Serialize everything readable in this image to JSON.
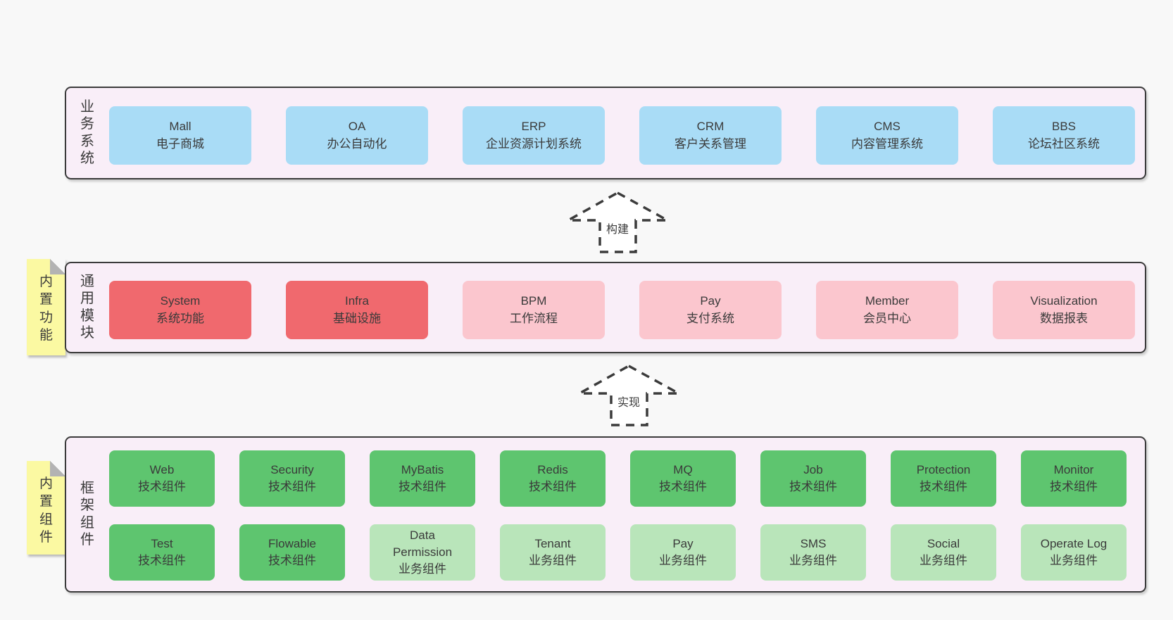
{
  "palette": {
    "blue": "#a9dcf6",
    "red": "#f0696e",
    "pink": "#fbc6ce",
    "green": "#5ec56f",
    "light_green": "#b9e5ba",
    "panel_bg": "#f9eef8",
    "panel_border": "#3b3b3b",
    "note_bg": "#fbf9a2",
    "note_fold": "#b3b3b3",
    "page_bg": "#f8f8f8",
    "text": "#3a3a3a"
  },
  "arrows": [
    {
      "label": "构建"
    },
    {
      "label": "实现"
    }
  ],
  "notes": [
    {
      "label": "内置功能"
    },
    {
      "label": "内置组件"
    }
  ],
  "panels": {
    "business": {
      "label": "业务系统",
      "boxes": [
        {
          "name": "Mall",
          "sub": "电子商城",
          "type": "blue"
        },
        {
          "name": "OA",
          "sub": "办公自动化",
          "type": "blue"
        },
        {
          "name": "ERP",
          "sub": "企业资源计划系统",
          "type": "blue"
        },
        {
          "name": "CRM",
          "sub": "客户关系管理",
          "type": "blue"
        },
        {
          "name": "CMS",
          "sub": "内容管理系统",
          "type": "blue"
        },
        {
          "name": "BBS",
          "sub": "论坛社区系统",
          "type": "blue"
        }
      ]
    },
    "modules": {
      "label": "通用模块",
      "boxes": [
        {
          "name": "System",
          "sub": "系统功能",
          "type": "red"
        },
        {
          "name": "Infra",
          "sub": "基础设施",
          "type": "red"
        },
        {
          "name": "BPM",
          "sub": "工作流程",
          "type": "pink"
        },
        {
          "name": "Pay",
          "sub": "支付系统",
          "type": "pink"
        },
        {
          "name": "Member",
          "sub": "会员中心",
          "type": "pink"
        },
        {
          "name": "Visualization",
          "sub": "数据报表",
          "type": "pink"
        }
      ]
    },
    "framework": {
      "label": "框架组件",
      "rows": [
        [
          {
            "name": "Web",
            "sub": "技术组件",
            "type": "green"
          },
          {
            "name": "Security",
            "sub": "技术组件",
            "type": "green"
          },
          {
            "name": "MyBatis",
            "sub": "技术组件",
            "type": "green"
          },
          {
            "name": "Redis",
            "sub": "技术组件",
            "type": "green"
          },
          {
            "name": "MQ",
            "sub": "技术组件",
            "type": "green"
          },
          {
            "name": "Job",
            "sub": "技术组件",
            "type": "green"
          },
          {
            "name": "Protection",
            "sub": "技术组件",
            "type": "green"
          },
          {
            "name": "Monitor",
            "sub": "技术组件",
            "type": "green"
          }
        ],
        [
          {
            "name": "Test",
            "sub": "技术组件",
            "type": "green"
          },
          {
            "name": "Flowable",
            "sub": "技术组件",
            "type": "green"
          },
          {
            "name": "Data\nPermission",
            "sub": "业务组件",
            "type": "light_green"
          },
          {
            "name": "Tenant",
            "sub": "业务组件",
            "type": "light_green"
          },
          {
            "name": "Pay",
            "sub": "业务组件",
            "type": "light_green"
          },
          {
            "name": "SMS",
            "sub": "业务组件",
            "type": "light_green"
          },
          {
            "name": "Social",
            "sub": "业务组件",
            "type": "light_green"
          },
          {
            "name": "Operate Log",
            "sub": "业务组件",
            "type": "light_green"
          }
        ]
      ]
    }
  }
}
